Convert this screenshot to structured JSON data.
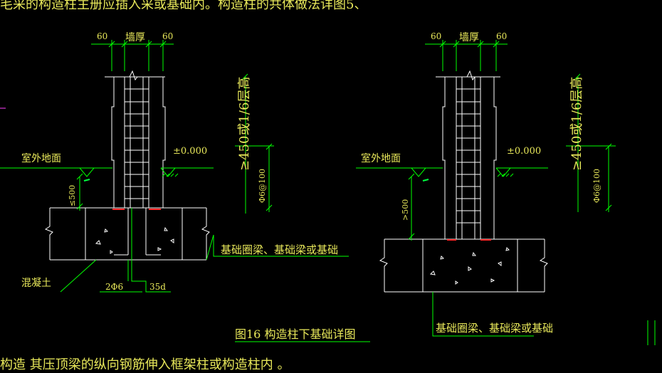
{
  "colors": {
    "background": "#000000",
    "outline": "#ffffff",
    "dimension": "#00ff00",
    "text": "#e8e85a",
    "rebar_marker": "#ff2a2a",
    "soil_marker": "#00ff40"
  },
  "header": {
    "top_note": "毛采的构造柱主册应插入采或基础内。构造柱的共体做法详图5、",
    "bottom_note": "构造 其压顶梁的纵向钢筋伸入框架柱或构造柱内 。"
  },
  "left_detail": {
    "dim_60_left": "60",
    "dim_wall": "墙厚",
    "dim_60_right": "60",
    "outdoor_ground": "室外地面",
    "elevation": "±0.000",
    "depth_limit": "≤500",
    "anchor_length": "≥450或1/6层高",
    "stirrup": "Φ6@100",
    "foundation_beam": "基础圈梁、基础梁或基础",
    "concrete": "混凝土",
    "rebar": "2Φ6",
    "anchor": "35d",
    "figure_caption": "图16  构造柱下基础详图"
  },
  "right_detail": {
    "dim_60_left": "60",
    "dim_wall": "墙厚",
    "dim_60_right": "60",
    "outdoor_ground": "室外地面",
    "elevation": "±0.000",
    "depth_limit": ">500",
    "anchor_length": "≥450或1/6层高",
    "stirrup": "Φ6@100",
    "foundation_beam": "基础圈梁、基础梁或基础"
  }
}
